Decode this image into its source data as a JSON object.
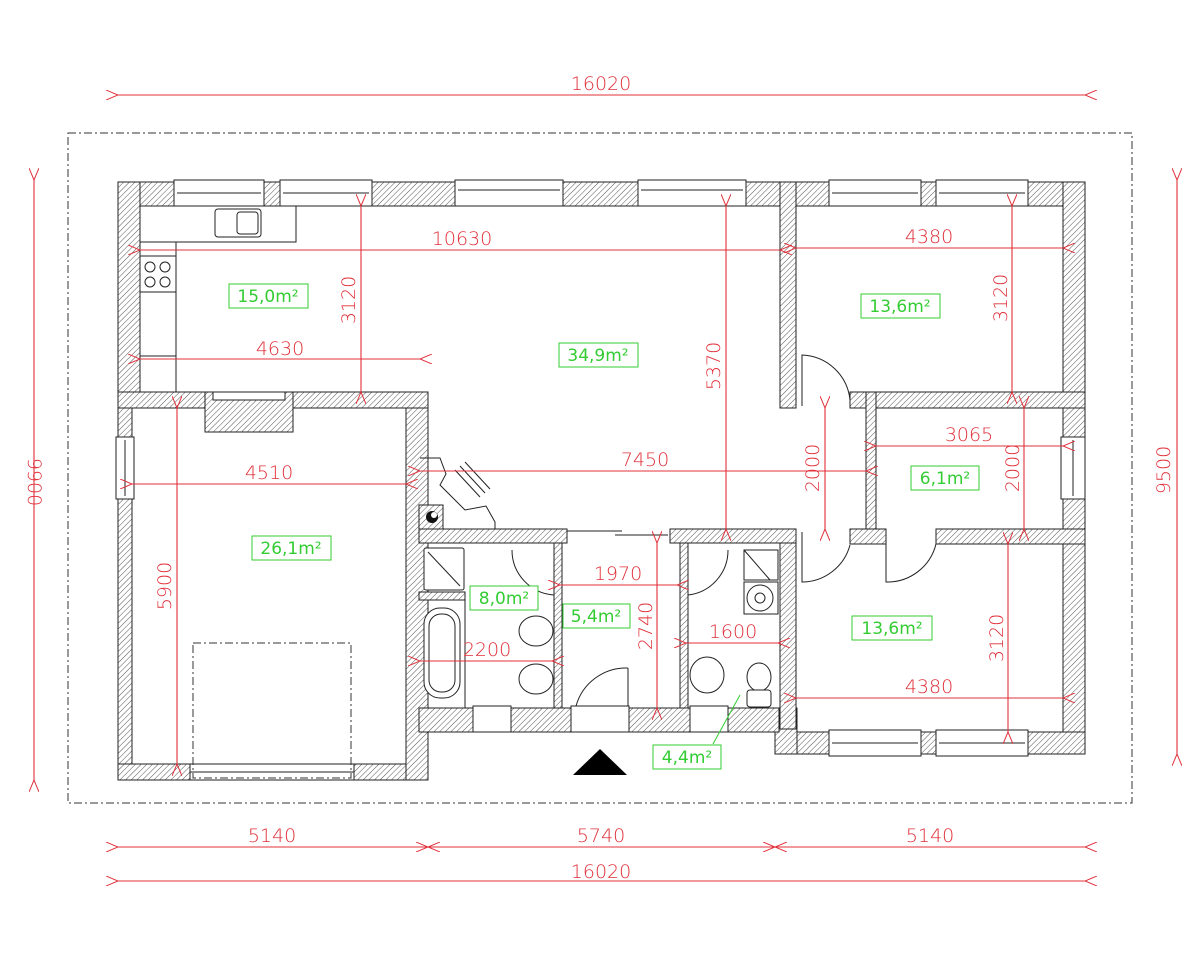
{
  "drawing": {
    "type": "floor plan",
    "units": "mm",
    "colors": {
      "dimension": "#e0303a",
      "area_label": "#33cc33",
      "wall": "#222222",
      "background": "#ffffff"
    }
  },
  "overall_dimensions": {
    "top_width": "16020",
    "bottom_segments": [
      "5140",
      "5740",
      "5140"
    ],
    "bottom_total": "16020",
    "left_height": "9900",
    "right_height": "9500"
  },
  "rooms": [
    {
      "id": "kitchen",
      "area": "15,0m²",
      "dims": [
        "4630",
        "3120"
      ]
    },
    {
      "id": "living",
      "area": "34,9m²",
      "dims": [
        "10630",
        "5370",
        "7450"
      ]
    },
    {
      "id": "bedroom-ne",
      "area": "13,6m²",
      "dims": [
        "4380",
        "3120"
      ]
    },
    {
      "id": "hall-2000",
      "area": "",
      "dims": [
        "2000"
      ]
    },
    {
      "id": "room-e",
      "area": "6,1m²",
      "dims": [
        "3065",
        "2000"
      ]
    },
    {
      "id": "bedroom-se",
      "area": "13,6m²",
      "dims": [
        "4380",
        "3120"
      ]
    },
    {
      "id": "garage",
      "area": "26,1m²",
      "dims": [
        "4510",
        "5900"
      ]
    },
    {
      "id": "bathroom",
      "area": "8,0m²",
      "dims": [
        "2200"
      ]
    },
    {
      "id": "entry-hall",
      "area": "5,4m²",
      "dims": [
        "1970",
        "2740"
      ]
    },
    {
      "id": "wc",
      "area": "4,4m²",
      "dims": [
        "1600"
      ]
    }
  ],
  "labels": {
    "top_total": "16020",
    "bottom_total": "16020",
    "seg1": "5140",
    "seg2": "5740",
    "seg3": "5140",
    "left_total": "9900",
    "right_total": "9500",
    "d10630": "10630",
    "d4630": "4630",
    "d3120_kitchen": "3120",
    "d5370": "5370",
    "d4380_ne": "4380",
    "d3120_ne": "3120",
    "d2000_hall": "2000",
    "d3065": "3065",
    "d2000_e": "2000",
    "d4510": "4510",
    "d5900": "5900",
    "d7450": "7450",
    "d1970": "1970",
    "d2740": "2740",
    "d2200": "2200",
    "d1600": "1600",
    "d4380_se": "4380",
    "d3120_se": "3120",
    "a_kitchen": "15,0m²",
    "a_living": "34,9m²",
    "a_ne": "13,6m²",
    "a_e": "6,1m²",
    "a_se": "13,6m²",
    "a_garage": "26,1m²",
    "a_bath": "8,0m²",
    "a_entry": "5,4m²",
    "a_wc": "4,4m²"
  },
  "entrance_marker": "triangle"
}
